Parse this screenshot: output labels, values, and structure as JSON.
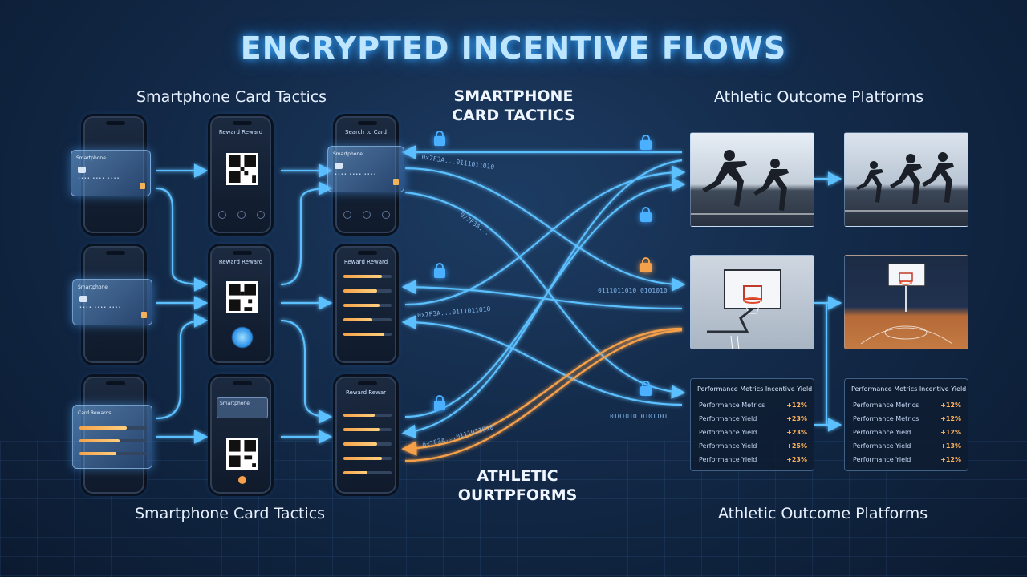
{
  "title": "ENCRYPTED INCENTIVE FLOWS",
  "labels": {
    "top_left": "Smartphone Card Tactics",
    "top_center": [
      "SMARTPHONE",
      "CARD TACTICS"
    ],
    "top_right": "Athletic Outcome Platforms",
    "bottom_left": "Smartphone Card Tactics",
    "bottom_center": [
      "ATHLETIC",
      "OURTPFORMS"
    ],
    "bottom_right": "Athletic Outcome Platforms"
  },
  "phones": {
    "col2_top_title": "Reward Reward",
    "col2_mid_title": "Reward Reward",
    "col2_bot_title": "Smartphone",
    "col3_top_title": "Search to Card",
    "col3_mid_title": "Reward Reward",
    "col3_bot_title": "Reward Rewar"
  },
  "cards": {
    "top": "Smartphone",
    "mid": "Smartphone",
    "bot": "Card Rewards"
  },
  "hex_strings": {
    "h1": "0x7F3A...0111011010",
    "h2": "0x7F3A...",
    "h3": "0x7F3A...0111011010",
    "h4": "0x7F3A...0111011010",
    "h5": "0111011010 0101010",
    "h6": "0101010 0101101"
  },
  "tables": {
    "left": {
      "header": "Performance Metrics Incentive Yield",
      "rows": [
        {
          "label": "Performance Metrics",
          "value": "+12%"
        },
        {
          "label": "Performance Yield",
          "value": "+23%"
        },
        {
          "label": "Performance Yield",
          "value": "+23%"
        },
        {
          "label": "Performance Yield",
          "value": "+25%"
        },
        {
          "label": "Performance Yield",
          "value": "+23%"
        }
      ]
    },
    "right": {
      "header": "Performance Metrics Incentive Yield",
      "rows": [
        {
          "label": "Performance Metrics",
          "value": "+12%"
        },
        {
          "label": "Performance Metrics",
          "value": "+12%"
        },
        {
          "label": "Performance Yield",
          "value": "+12%"
        },
        {
          "label": "Performance Yield",
          "value": "+13%"
        },
        {
          "label": "Performance Yield",
          "value": "+12%"
        }
      ]
    }
  },
  "colors": {
    "flow_blue": "#4ab0ff",
    "flow_orange": "#f5a04a",
    "accent_title": "#bfe6ff"
  }
}
